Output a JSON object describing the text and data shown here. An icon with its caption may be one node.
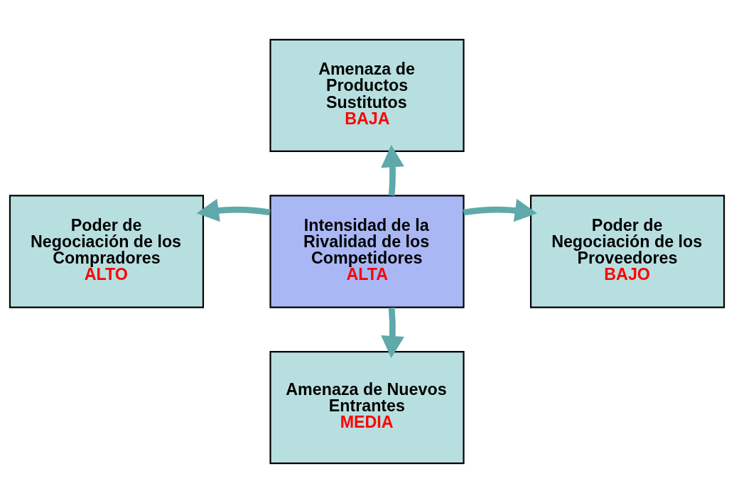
{
  "diagram": {
    "nodes": [
      {
        "text": [
          "Amenaza de Productos Sustitutos",
          "BAJA"
        ]
      },
      {
        "text": [
          "Poder de Negociación de los Compradores",
          "ALTO"
        ]
      },
      {
        "text": [
          "Intensidad de la Rivalidad de los Competidores",
          "ALTA"
        ]
      },
      {
        "text": [
          "Poder de Negociación de los Proveedores",
          "BAJO"
        ]
      },
      {
        "text": [
          "Amenaza de Nuevos Entrantes",
          "MEDIA"
        ]
      }
    ],
    "edges": [
      {
        "from": 2,
        "to": 0,
        "arrow": "to"
      },
      {
        "from": 2,
        "to": 1,
        "arrow": "to"
      },
      {
        "from": 2,
        "to": 3,
        "arrow": "to"
      },
      {
        "from": 2,
        "to": 4,
        "arrow": "to"
      }
    ]
  }
}
